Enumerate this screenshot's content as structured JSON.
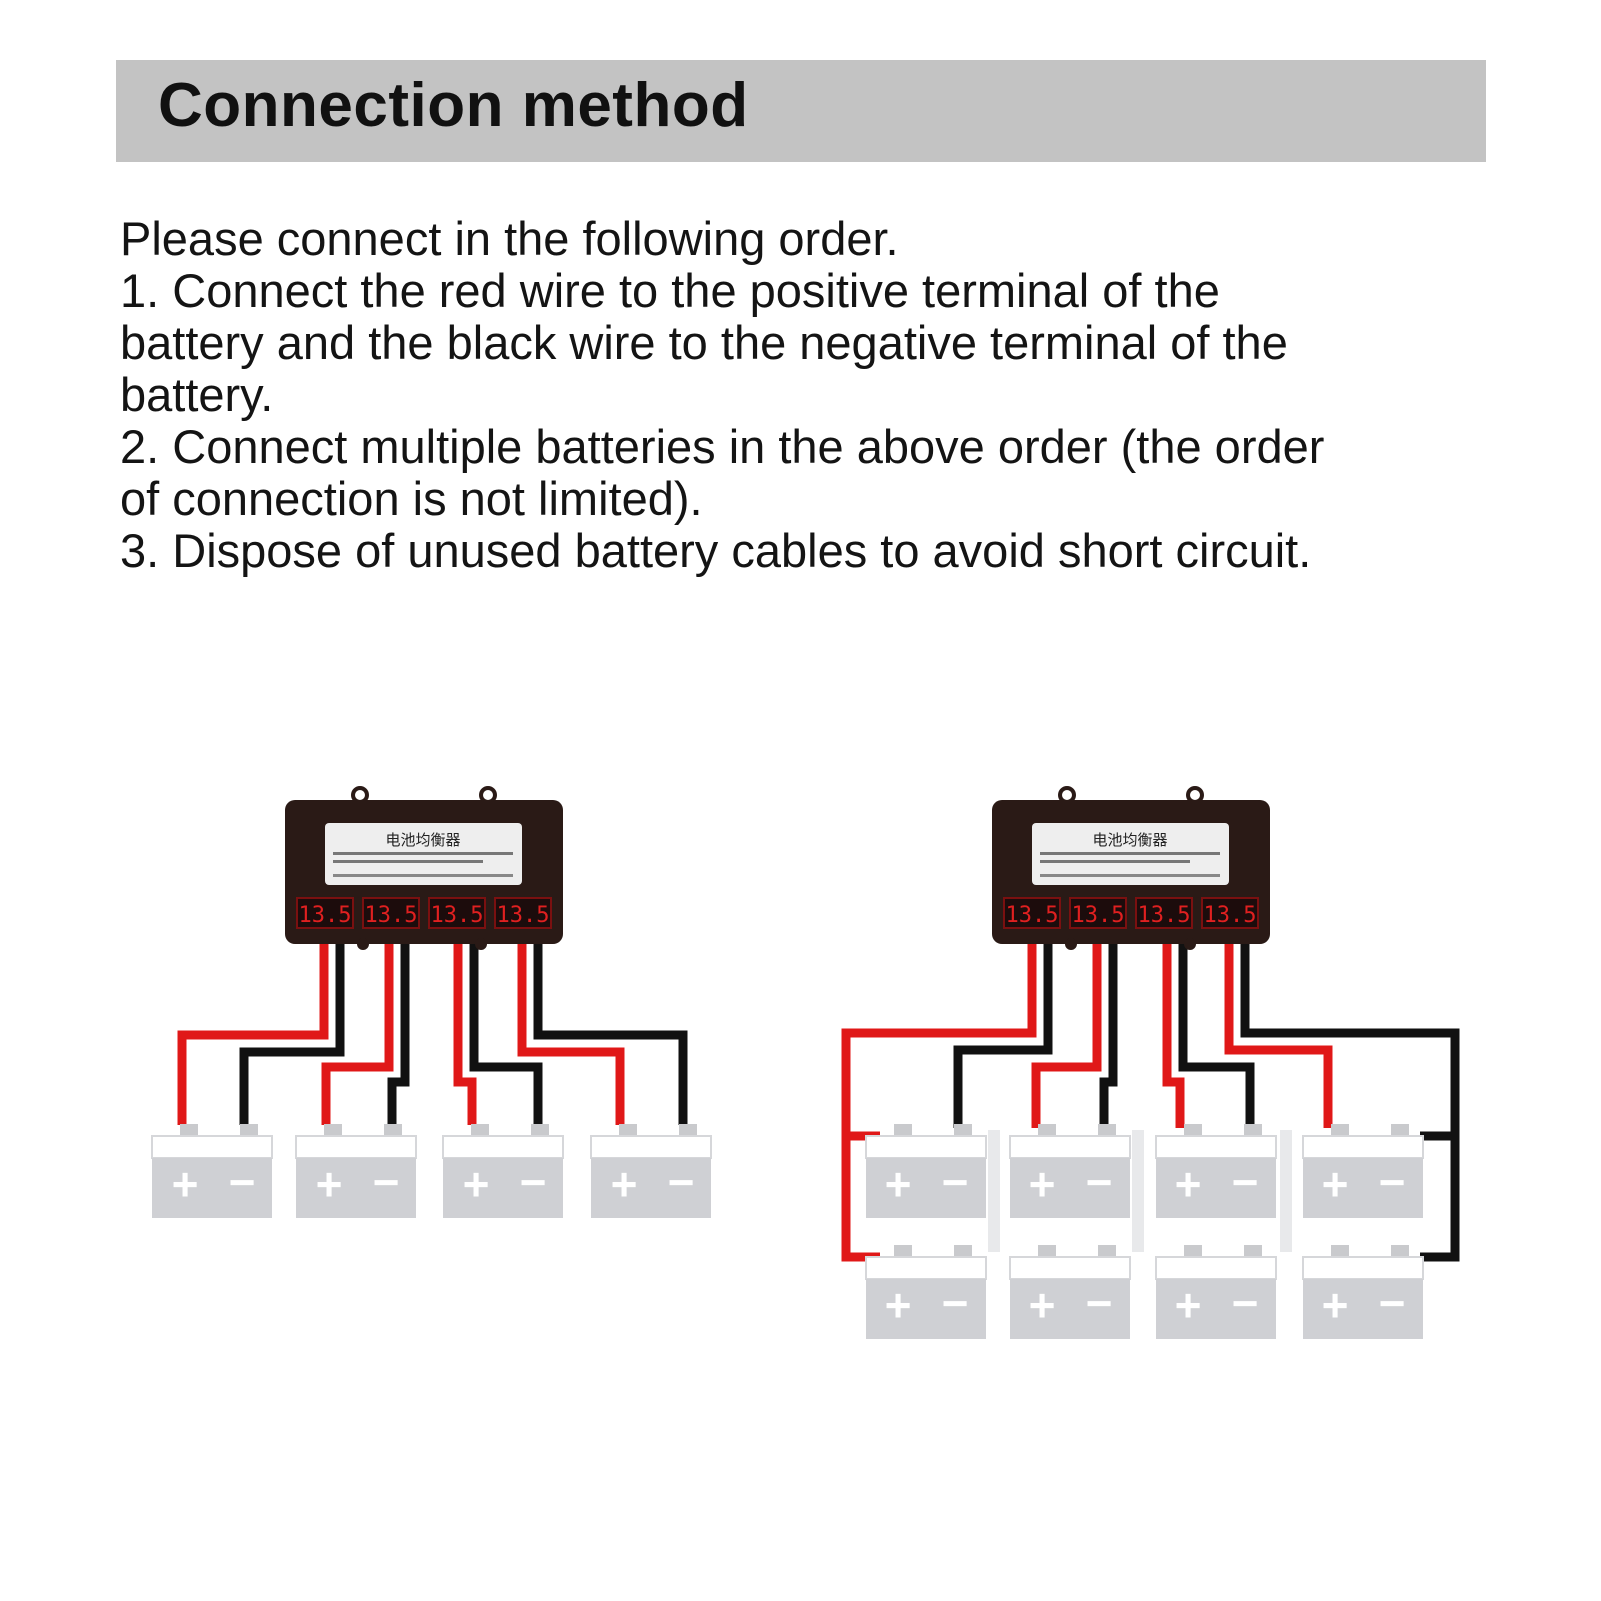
{
  "header": {
    "title": "Connection method"
  },
  "instructions": {
    "lines": [
      "Please connect in the following order.",
      "1. Connect the red wire to the positive terminal of the battery and the black wire to the negative terminal of the battery.",
      "2. Connect multiple batteries in the above order (the order of connection is not limited).",
      "3. Dispose of unused battery cables to avoid short circuit."
    ]
  },
  "device": {
    "label_title": "电池均衡器",
    "display_value": "13.5"
  },
  "battery": {
    "plus_symbol": "+",
    "minus_symbol": "−"
  },
  "colors": {
    "header_bg": "#c3c3c3",
    "wire_positive": "#e01818",
    "wire_negative": "#111111",
    "device_body": "#2a1a16",
    "display_digits": "#e02020",
    "battery_body": "#cfd0d4"
  }
}
